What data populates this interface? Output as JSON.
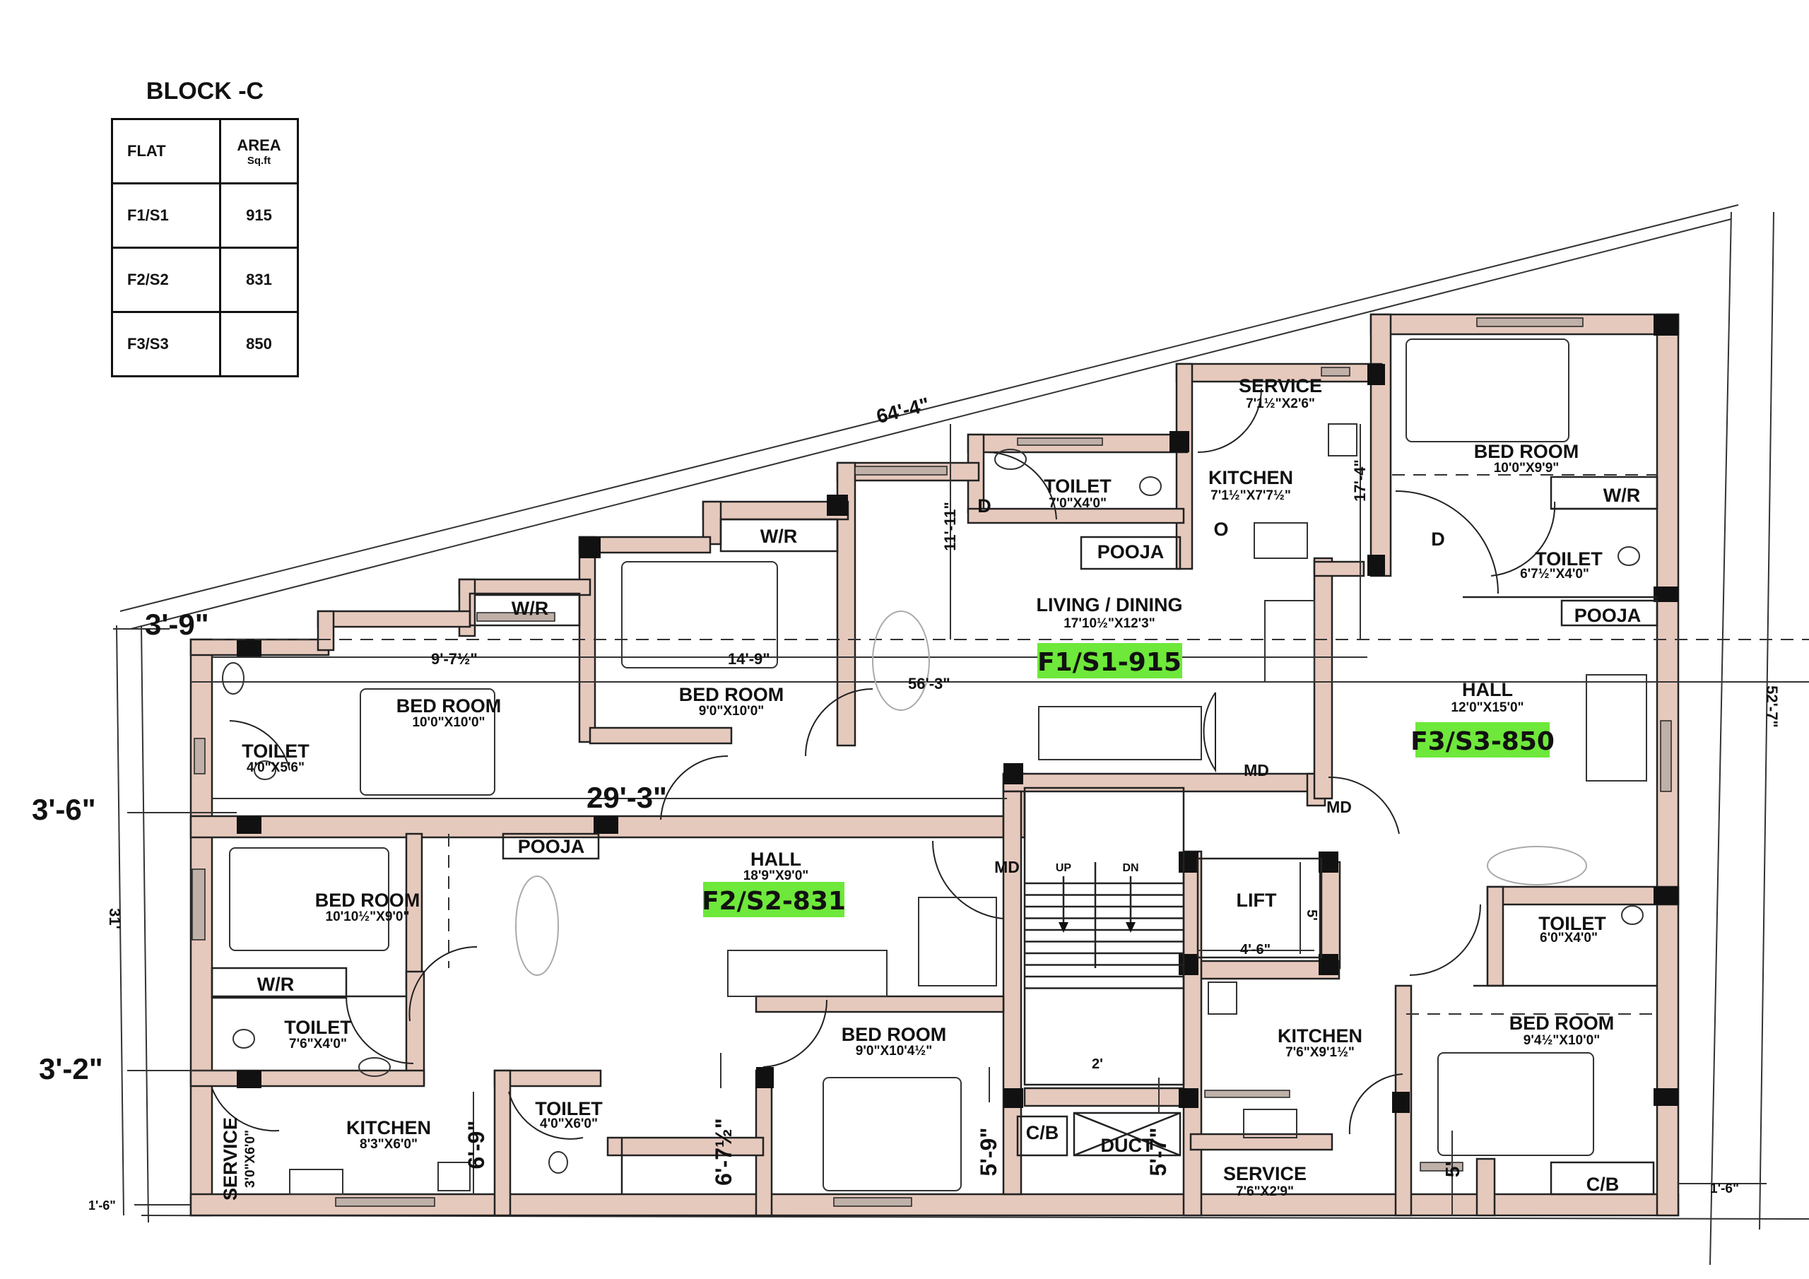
{
  "block_title": "BLOCK -C",
  "area_table": {
    "headers": {
      "flat": "FLAT",
      "area": "AREA",
      "unit": "Sq.ft"
    },
    "rows": [
      {
        "flat": "F1/S1",
        "area": "915"
      },
      {
        "flat": "F2/S2",
        "area": "831"
      },
      {
        "flat": "F3/S3",
        "area": "850"
      }
    ]
  },
  "flat_tags": {
    "f1": "F1/S1-915",
    "f2": "F2/S2-831",
    "f3": "F3/S3-850"
  },
  "rooms": {
    "f1_service": {
      "name": "SERVICE",
      "size": "7'1½\"X2'6\""
    },
    "f1_kitchen": {
      "name": "KITCHEN",
      "size": "7'1½\"X7'7½\""
    },
    "f1_toilet_a": {
      "name": "TOILET",
      "size": "7'0\"X4'0\""
    },
    "f1_pooja": {
      "name": "POOJA"
    },
    "f1_living": {
      "name": "LIVING / DINING",
      "size": "17'10½\"X12'3\""
    },
    "f1_wr_a": {
      "name": "W/R"
    },
    "f1_wr_b": {
      "name": "W/R"
    },
    "f1_bed_a": {
      "name": "BED ROOM",
      "size": "9'0\"X10'0\""
    },
    "f1_bed_b": {
      "name": "BED ROOM",
      "size": "10'0\"X10'0\""
    },
    "f1_toilet_b": {
      "name": "TOILET",
      "size": "4'0\"X5'6\""
    },
    "f3_bed_a": {
      "name": "BED ROOM",
      "size": "10'0\"X9'9\""
    },
    "f3_wr": {
      "name": "W/R"
    },
    "f3_toilet_a": {
      "name": "TOILET",
      "size": "6'7½\"X4'0\""
    },
    "f3_pooja": {
      "name": "POOJA"
    },
    "f3_hall": {
      "name": "HALL",
      "size": "12'0\"X15'0\""
    },
    "f3_toilet_b": {
      "name": "TOILET",
      "size": "6'0\"X4'0\""
    },
    "f3_bed_b": {
      "name": "BED ROOM",
      "size": "9'4½\"X10'0\""
    },
    "f3_kitchen": {
      "name": "KITCHEN",
      "size": "7'6\"X9'1½\""
    },
    "f3_service": {
      "name": "SERVICE",
      "size": "7'6\"X2'9\""
    },
    "f3_cb": {
      "name": "C/B"
    },
    "f2_pooja": {
      "name": "POOJA"
    },
    "f2_hall": {
      "name": "HALL",
      "size": "18'9\"X9'0\""
    },
    "f2_bed_a": {
      "name": "BED ROOM",
      "size": "10'10½\"X9'0\""
    },
    "f2_wr": {
      "name": "W/R"
    },
    "f2_toilet_a": {
      "name": "TOILET",
      "size": "7'6\"X4'0\""
    },
    "f2_kitchen": {
      "name": "KITCHEN",
      "size": "8'3\"X6'0\""
    },
    "f2_service": {
      "name": "SERVICE",
      "size": "3'0\"X6'0\""
    },
    "f2_toilet_b": {
      "name": "TOILET",
      "size": "4'0\"X6'0\""
    },
    "f2_bed_b": {
      "name": "BED ROOM",
      "size": "9'0\"X10'4½\""
    },
    "lift": {
      "name": "LIFT"
    },
    "duct": {
      "name": "DUCT"
    },
    "cb_core": {
      "name": "C/B"
    }
  },
  "door_labels": {
    "d1": "D",
    "d2": "D",
    "o": "O",
    "md1": "MD",
    "md2": "MD",
    "md3": "MD"
  },
  "stair_labels": {
    "up": "UP",
    "dn": "DN"
  },
  "dimensions": {
    "diag_top": "64'-4\"",
    "right_total": "52'-7\"",
    "right_offset": "1'-6\"",
    "left_total": "31'",
    "left_offset_bottom": "1'-6\"",
    "top_left_offset": "3'-9\"",
    "offset_3_6": "3'-6\"",
    "offset_3_2": "3'-2\"",
    "span_29_3": "29'-3\"",
    "span_56_3": "56'-3\"",
    "span_14_9": "14'-9\"",
    "span_9_7": "9'-7½\"",
    "v_11_11": "11'-11\"",
    "v_17_4": "17'-4\"",
    "lift_w": "4'-6\"",
    "lift_h": "5'",
    "stair_gap": "2'",
    "v_6_9": "6'-9\"",
    "v_6_7": "6'-7½\"",
    "v_5_9": "5'-9\"",
    "v_5_7": "5'-7\"",
    "v_5": "5'"
  },
  "colors": {
    "wall_fill": "#e6c9bd",
    "tag_green": "#6ee83a",
    "column": "#111111"
  }
}
